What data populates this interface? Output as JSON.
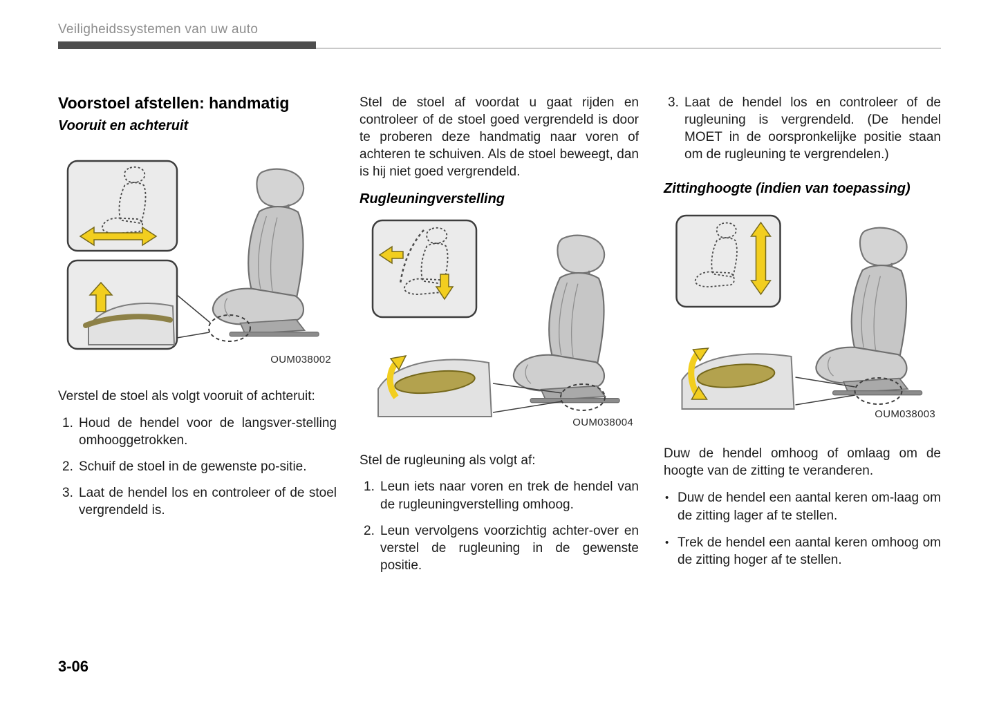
{
  "header": {
    "title": "Veiligheidssystemen van uw auto"
  },
  "footer": {
    "page_number": "3-06"
  },
  "column1": {
    "heading": "Voorstoel afstellen: handmatig",
    "subheading": "Vooruit en achteruit",
    "figure": {
      "code": "OUM038002"
    },
    "intro": "Verstel de stoel als volgt vooruit of achteruit:",
    "steps": [
      {
        "num": "1.",
        "text": "Houd de hendel voor de langsver-stelling omhooggetrokken."
      },
      {
        "num": "2.",
        "text": "Schuif de stoel in de gewenste po-sitie."
      },
      {
        "num": "3.",
        "text": "Laat de hendel los en controleer of de stoel vergrendeld is."
      }
    ]
  },
  "column2": {
    "intro": "Stel de stoel af voordat u gaat rijden en controleer of de stoel goed vergrendeld is door te proberen deze handmatig naar voren of achteren te schuiven. Als de stoel beweegt, dan is hij niet goed vergrendeld.",
    "subheading": "Rugleuningverstelling",
    "figure": {
      "code": "OUM038004"
    },
    "list_intro": "Stel de rugleuning als volgt af:",
    "steps": [
      {
        "num": "1.",
        "text": "Leun iets naar voren en trek de hendel van de rugleuningverstelling omhoog."
      },
      {
        "num": "2.",
        "text": "Leun vervolgens voorzichtig achter-over en verstel de rugleuning in de gewenste positie."
      }
    ]
  },
  "column3": {
    "carryover_step": {
      "num": "3.",
      "text": "Laat de hendel los en controleer of de rugleuning is vergrendeld. (De hendel MOET in de oorspronkelijke positie staan om de rugleuning te vergrendelen.)"
    },
    "subheading": "Zittinghoogte (indien van toepassing)",
    "figure": {
      "code": "OUM038003"
    },
    "intro": "Duw de hendel omhoog of omlaag om de hoogte van de zitting te veranderen.",
    "bullets": [
      {
        "marker": "•",
        "text": "Duw de hendel een aantal keren om-laag om de zitting lager af te stellen."
      },
      {
        "marker": "•",
        "text": "Trek de hendel een aantal keren omhoog om de zitting hoger af te stellen."
      }
    ]
  }
}
